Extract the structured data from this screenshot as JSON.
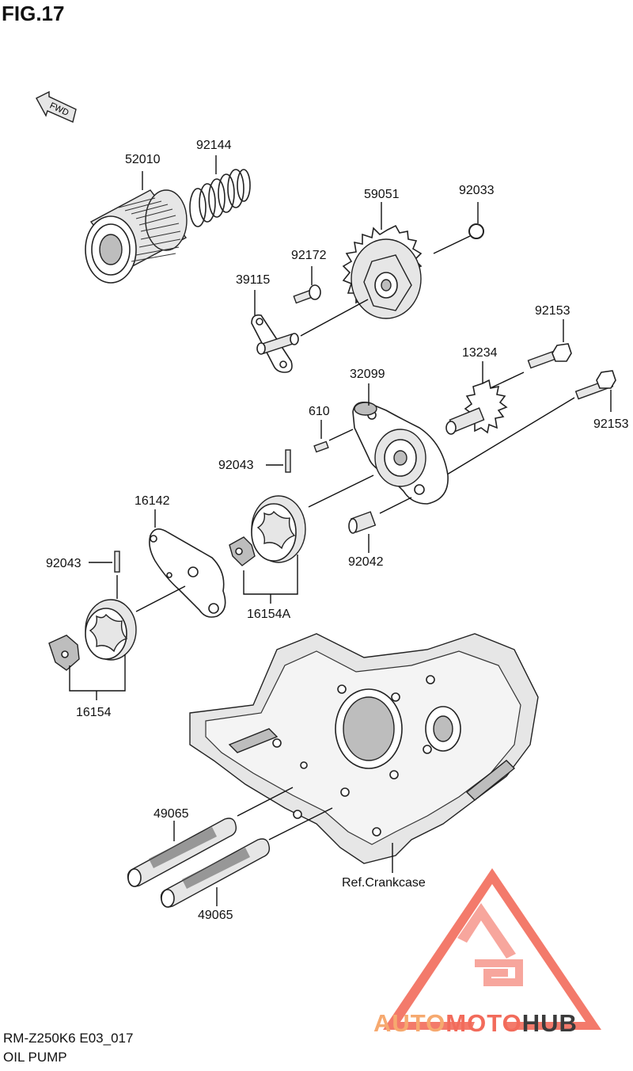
{
  "figure_title": "FIG.17",
  "fwd_label": "FWD",
  "parts": {
    "p52010": "52010",
    "p92144": "92144",
    "p59051": "59051",
    "p92033": "92033",
    "p92172": "92172",
    "p39115": "39115",
    "p92153a": "92153",
    "p13234": "13234",
    "p32099": "32099",
    "p92153b": "92153",
    "p610": "610",
    "p92043a": "92043",
    "p16142": "16142",
    "p92042": "92042",
    "p92043b": "92043",
    "p16154A": "16154A",
    "p16154": "16154",
    "p49065a": "49065",
    "p49065b": "49065",
    "ref_crankcase": "Ref.Crankcase"
  },
  "watermark": {
    "word_1": "AUTO",
    "word_2": "MOTO",
    "word_3": "HUB",
    "color_main": "#f26b5b",
    "color_light": "#f6a96f",
    "color_dark": "#3b3b3b"
  },
  "footer": {
    "model_code": "RM-Z250K6 E03_017",
    "section_name": "OIL PUMP"
  }
}
